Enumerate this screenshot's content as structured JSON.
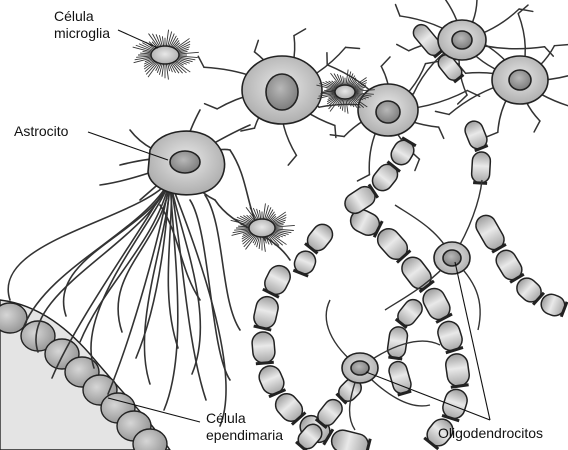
{
  "labels": {
    "microglia": {
      "line1": "Célula",
      "line2": "microglia"
    },
    "astrocyte": "Astrocito",
    "ependymal": {
      "line1": "Célula",
      "line2": "ependimaria"
    },
    "oligodendrocytes": "Oligodendrocitos"
  },
  "colors": {
    "background": "#ffffff",
    "cell_body": "#cfcfcf",
    "nucleus": "#9a9a9a",
    "myelin": "#d6d6d6",
    "outline": "#222222",
    "ependymal_fill": "#bdbdbd"
  }
}
